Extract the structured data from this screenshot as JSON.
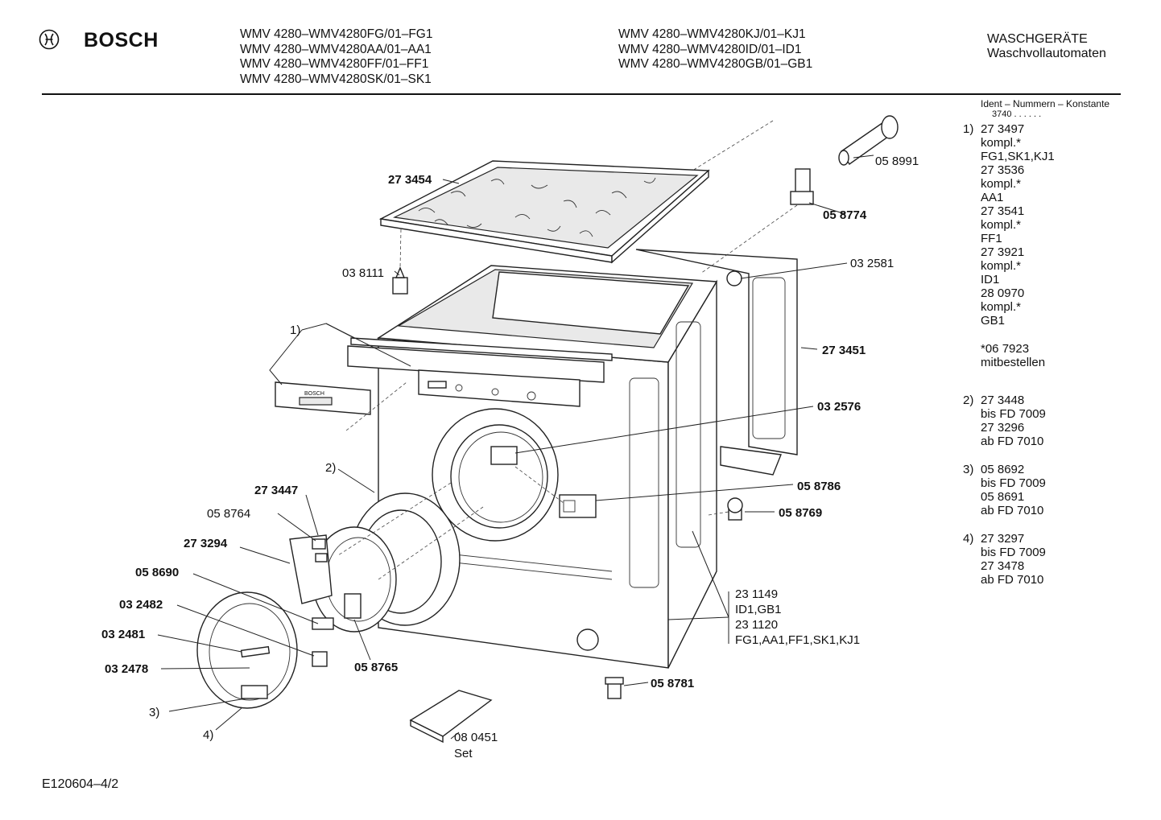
{
  "header": {
    "brand": "BOSCH",
    "models_col1": [
      "WMV 4280–WMV4280FG/01–FG1",
      "WMV 4280–WMV4280AA/01–AA1",
      "WMV 4280–WMV4280FF/01–FF1",
      "WMV 4280–WMV4280SK/01–SK1"
    ],
    "models_col2": [
      "WMV 4280–WMV4280KJ/01–KJ1",
      "WMV 4280–WMV4280ID/01–ID1",
      "WMV 4280–WMV4280GB/01–GB1"
    ],
    "category": "WASCHGERÄTE",
    "subcategory": "Waschvollautomaten"
  },
  "sidebar": {
    "ident_title": "Ident – Nummern – Konstante",
    "ident_number": "3740 . .   . . . .",
    "groups": [
      {
        "num": "1)",
        "lines": [
          "27 3497",
          "kompl.*",
          "FG1,SK1,KJ1",
          "27 3536",
          "kompl.*",
          "AA1",
          "27 3541",
          "kompl.*",
          "FF1",
          "27 3921",
          "kompl.*",
          "ID1",
          "28 0970",
          "kompl.*",
          "GB1"
        ]
      },
      {
        "num": "",
        "lines": [
          "*06 7923",
          "mitbestellen"
        ]
      },
      {
        "num": "2)",
        "lines": [
          "27 3448",
          "bis FD 7009",
          "27 3296",
          "ab FD 7010"
        ]
      },
      {
        "num": "3)",
        "lines": [
          "05 8692",
          "bis FD 7009",
          "05 8691",
          "ab FD 7010"
        ]
      },
      {
        "num": "4)",
        "lines": [
          "27 3297",
          "bis FD 7009",
          "27 3478",
          "ab FD 7010"
        ]
      }
    ]
  },
  "labels": {
    "p273454": "27 3454",
    "p058991": "05 8991",
    "p058774": "05 8774",
    "p038111": "03 8111",
    "p032581": "03 2581",
    "p273451": "27 3451",
    "ref1": "1)",
    "p032576": "03 2576",
    "ref2": "2)",
    "p273447": "27 3447",
    "p058786": "05 8786",
    "p058764": "05 8764",
    "p058769": "05 8769",
    "p273294": "27 3294",
    "p058690": "05 8690",
    "p032482": "03 2482",
    "p032481": "03 2481",
    "p032478": "03 2478",
    "p058765": "05 8765",
    "ref3": "3)",
    "ref4": "4)",
    "p058781": "05 8781",
    "p080451": "08 0451",
    "set": "Set",
    "variants": [
      "23 1149",
      "ID1,GB1",
      "23 1120",
      "FG1,AA1,FF1,SK1,KJ1"
    ],
    "panel_brand": "BOSCH"
  },
  "footer": {
    "code": "E120604–4/2"
  }
}
